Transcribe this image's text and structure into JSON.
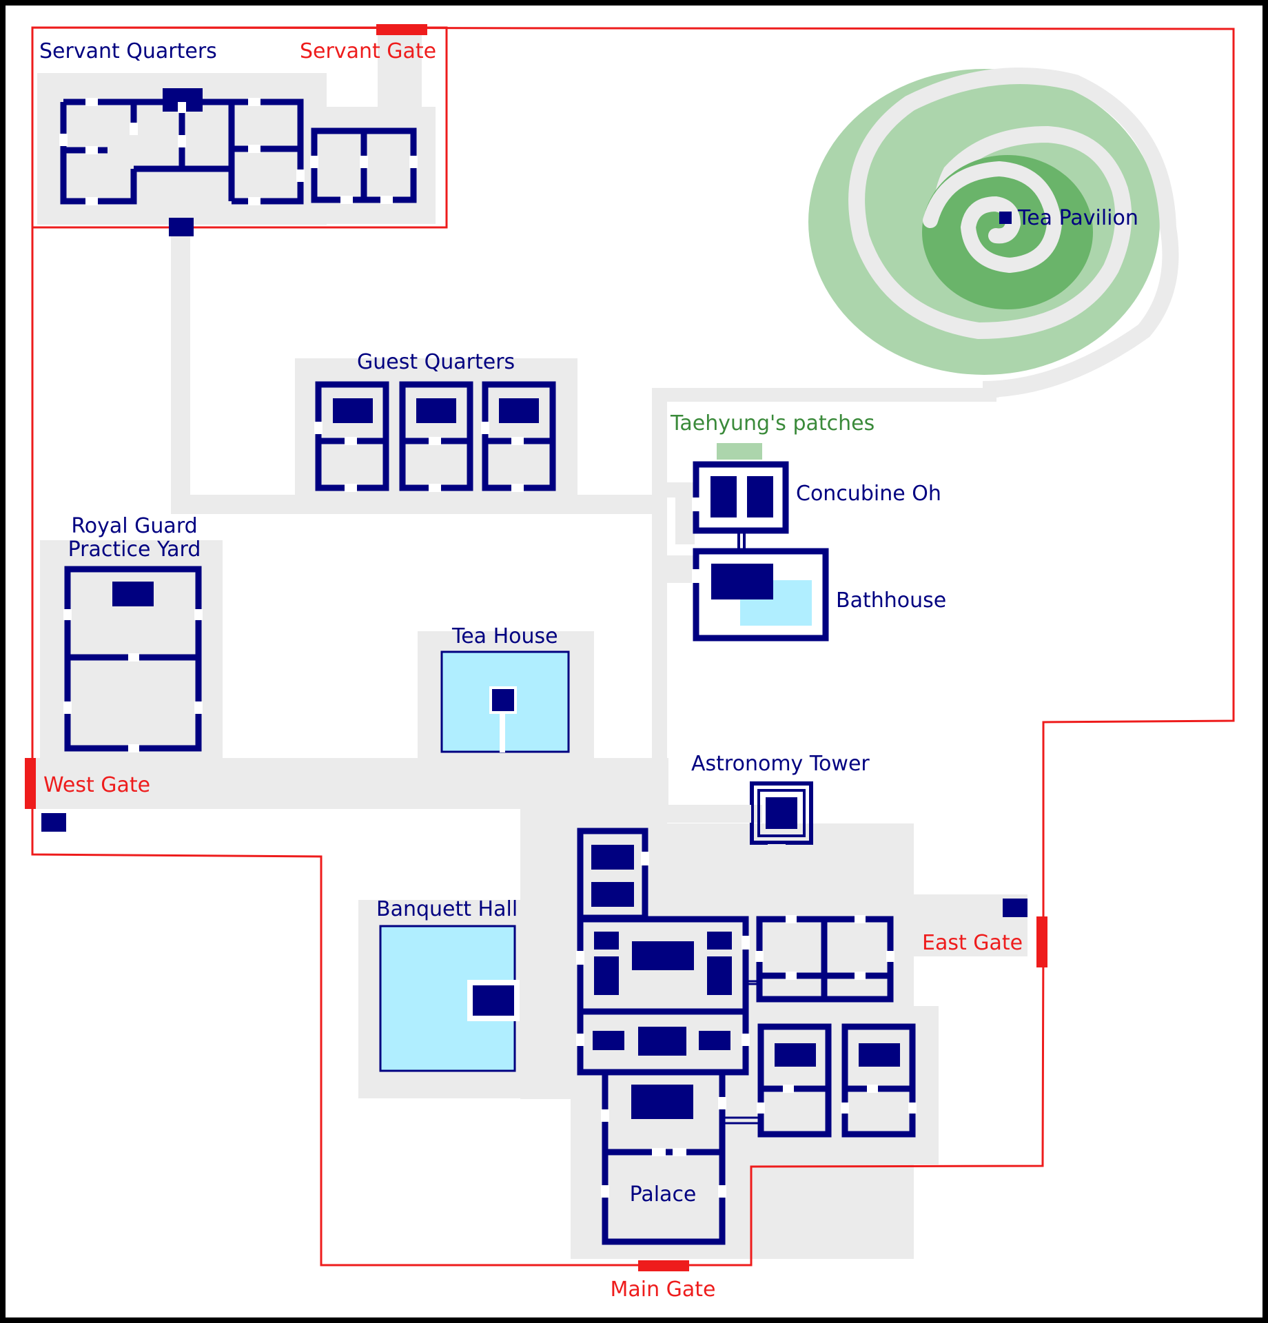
{
  "colors": {
    "building": "#000080",
    "path": "#ebebeb",
    "wall": "#ee1c1c",
    "water": "#b0eeff",
    "garden_light": "#acd5ac",
    "garden_dark": "#6ab46a"
  },
  "labels": {
    "servant_quarters": "Servant Quarters",
    "servant_gate": "Servant Gate",
    "tea_pavilion": "Tea Pavilion",
    "guest_quarters": "Guest Quarters",
    "taehyung_patches": "Taehyung's patches",
    "concubine_oh": "Concubine Oh",
    "royal_guard_line1": "Royal Guard",
    "royal_guard_line2": "Practice Yard",
    "bathhouse": "Bathhouse",
    "tea_house": "Tea House",
    "astronomy_tower": "Astronomy Tower",
    "west_gate": "West Gate",
    "banquet_hall": "Banquett Hall",
    "east_gate": "East Gate",
    "palace": "Palace",
    "main_gate": "Main Gate"
  }
}
